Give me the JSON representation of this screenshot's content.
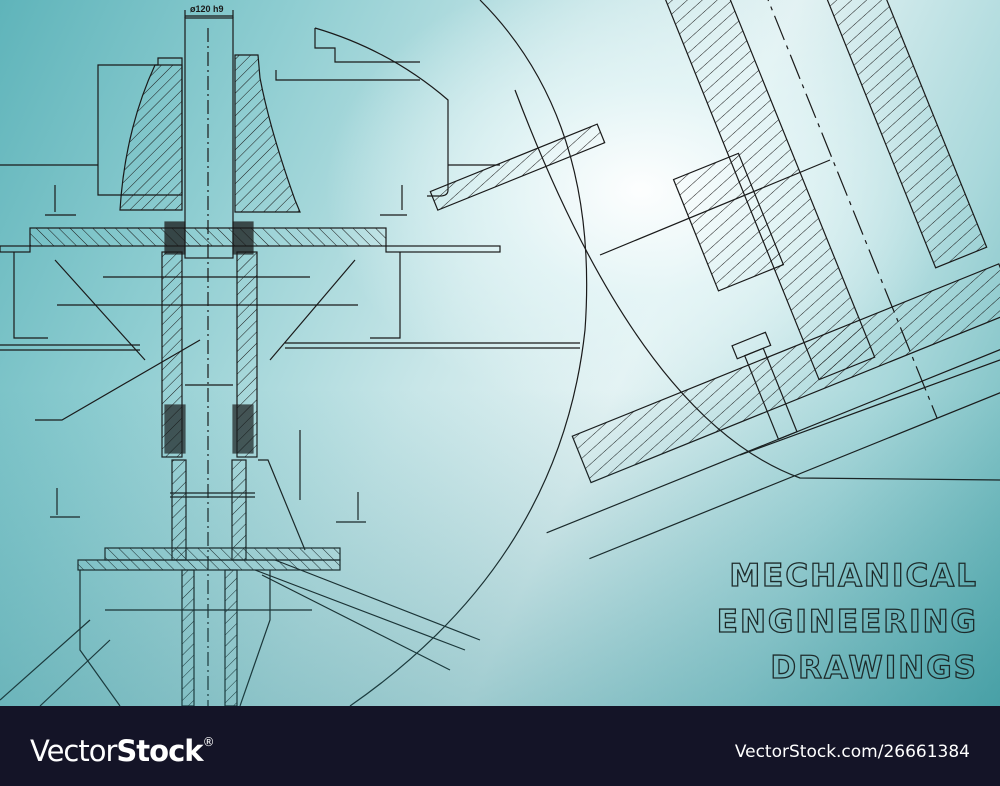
{
  "illustration": {
    "subject": "mechanical engineering technical drawing",
    "background_colors": [
      "#5fb4ba",
      "#c8e6e8",
      "#ffffff"
    ],
    "line_color": "#1a1a1a",
    "dimension_label": "ø120 h9"
  },
  "title": {
    "lines": [
      "MECHANICAL",
      "ENGINEERING",
      "DRAWINGS"
    ]
  },
  "footer": {
    "logo_light": "Vector",
    "logo_bold": "Stock",
    "logo_mark": "®",
    "image_id": "VectorStock.com/26661384",
    "background_color": "#141427"
  }
}
